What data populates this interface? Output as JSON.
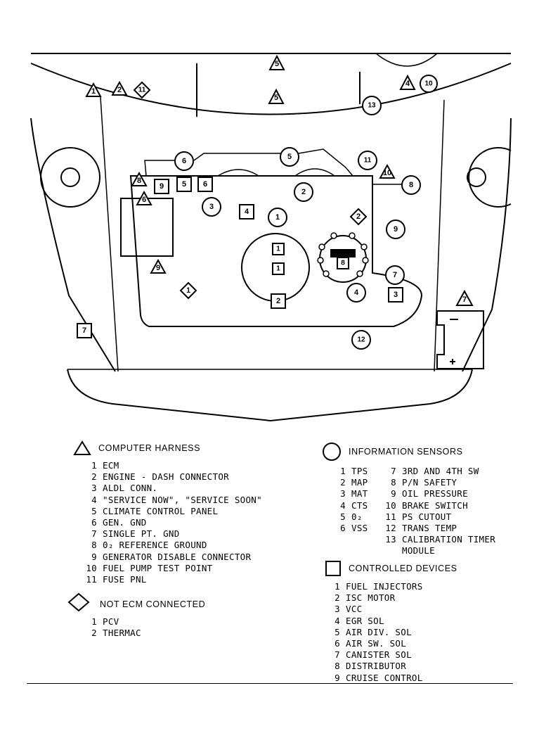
{
  "diagram_markers": {
    "triangles": [
      "1",
      "2",
      "5",
      "5",
      "4",
      "8",
      "6",
      "9",
      "10",
      "7"
    ],
    "diamonds": [
      "11",
      "2",
      "1"
    ],
    "circles": [
      "10",
      "13",
      "6",
      "5",
      "11",
      "8",
      "2",
      "3",
      "1",
      "9",
      "7",
      "4",
      "12"
    ],
    "squares": [
      "9",
      "5",
      "6",
      "4",
      "1",
      "1",
      "8",
      "3",
      "2",
      "7"
    ]
  },
  "legend": {
    "computer_harness": {
      "title": "COMPUTER HARNESS",
      "items": [
        {
          "n": "1",
          "label": "ECM"
        },
        {
          "n": "2",
          "label": "ENGINE - DASH CONNECTOR"
        },
        {
          "n": "3",
          "label": "ALDL CONN."
        },
        {
          "n": "4",
          "label": "\"SERVICE NOW\", \"SERVICE SOON\""
        },
        {
          "n": "5",
          "label": "CLIMATE CONTROL PANEL"
        },
        {
          "n": "6",
          "label": "GEN. GND"
        },
        {
          "n": "7",
          "label": "SINGLE PT. GND"
        },
        {
          "n": "8",
          "label": "0₂ REFERENCE GROUND"
        },
        {
          "n": "9",
          "label": "GENERATOR DISABLE CONNECTOR"
        },
        {
          "n": "10",
          "label": "FUEL PUMP TEST POINT"
        },
        {
          "n": "11",
          "label": "FUSE PNL"
        }
      ]
    },
    "not_ecm_connected": {
      "title": "NOT ECM CONNECTED",
      "items": [
        {
          "n": "1",
          "label": "PCV"
        },
        {
          "n": "2",
          "label": "THERMAC"
        }
      ]
    },
    "information_sensors": {
      "title": "INFORMATION SENSORS",
      "left": [
        {
          "n": "1",
          "label": "TPS"
        },
        {
          "n": "2",
          "label": "MAP"
        },
        {
          "n": "3",
          "label": "MAT"
        },
        {
          "n": "4",
          "label": "CTS"
        },
        {
          "n": "5",
          "label": "0₂"
        },
        {
          "n": "6",
          "label": "VSS"
        }
      ],
      "right": [
        {
          "n": "7",
          "label": "3RD AND 4TH SW"
        },
        {
          "n": "8",
          "label": "P/N SAFETY"
        },
        {
          "n": "9",
          "label": "OIL PRESSURE"
        },
        {
          "n": "10",
          "label": "BRAKE SWITCH"
        },
        {
          "n": "11",
          "label": "PS CUTOUT"
        },
        {
          "n": "12",
          "label": "TRANS TEMP"
        },
        {
          "n": "13",
          "label": "CALIBRATION TIMER"
        },
        {
          "n": "",
          "label": "MODULE"
        }
      ]
    },
    "controlled_devices": {
      "title": "CONTROLLED DEVICES",
      "items": [
        {
          "n": "1",
          "label": "FUEL INJECTORS"
        },
        {
          "n": "2",
          "label": "ISC MOTOR"
        },
        {
          "n": "3",
          "label": "VCC"
        },
        {
          "n": "4",
          "label": "EGR SOL"
        },
        {
          "n": "5",
          "label": "AIR DIV. SOL"
        },
        {
          "n": "6",
          "label": "AIR SW. SOL"
        },
        {
          "n": "7",
          "label": "CANISTER SOL"
        },
        {
          "n": "8",
          "label": "DISTRIBUTOR"
        },
        {
          "n": "9",
          "label": "CRUISE CONTROL"
        }
      ]
    }
  }
}
